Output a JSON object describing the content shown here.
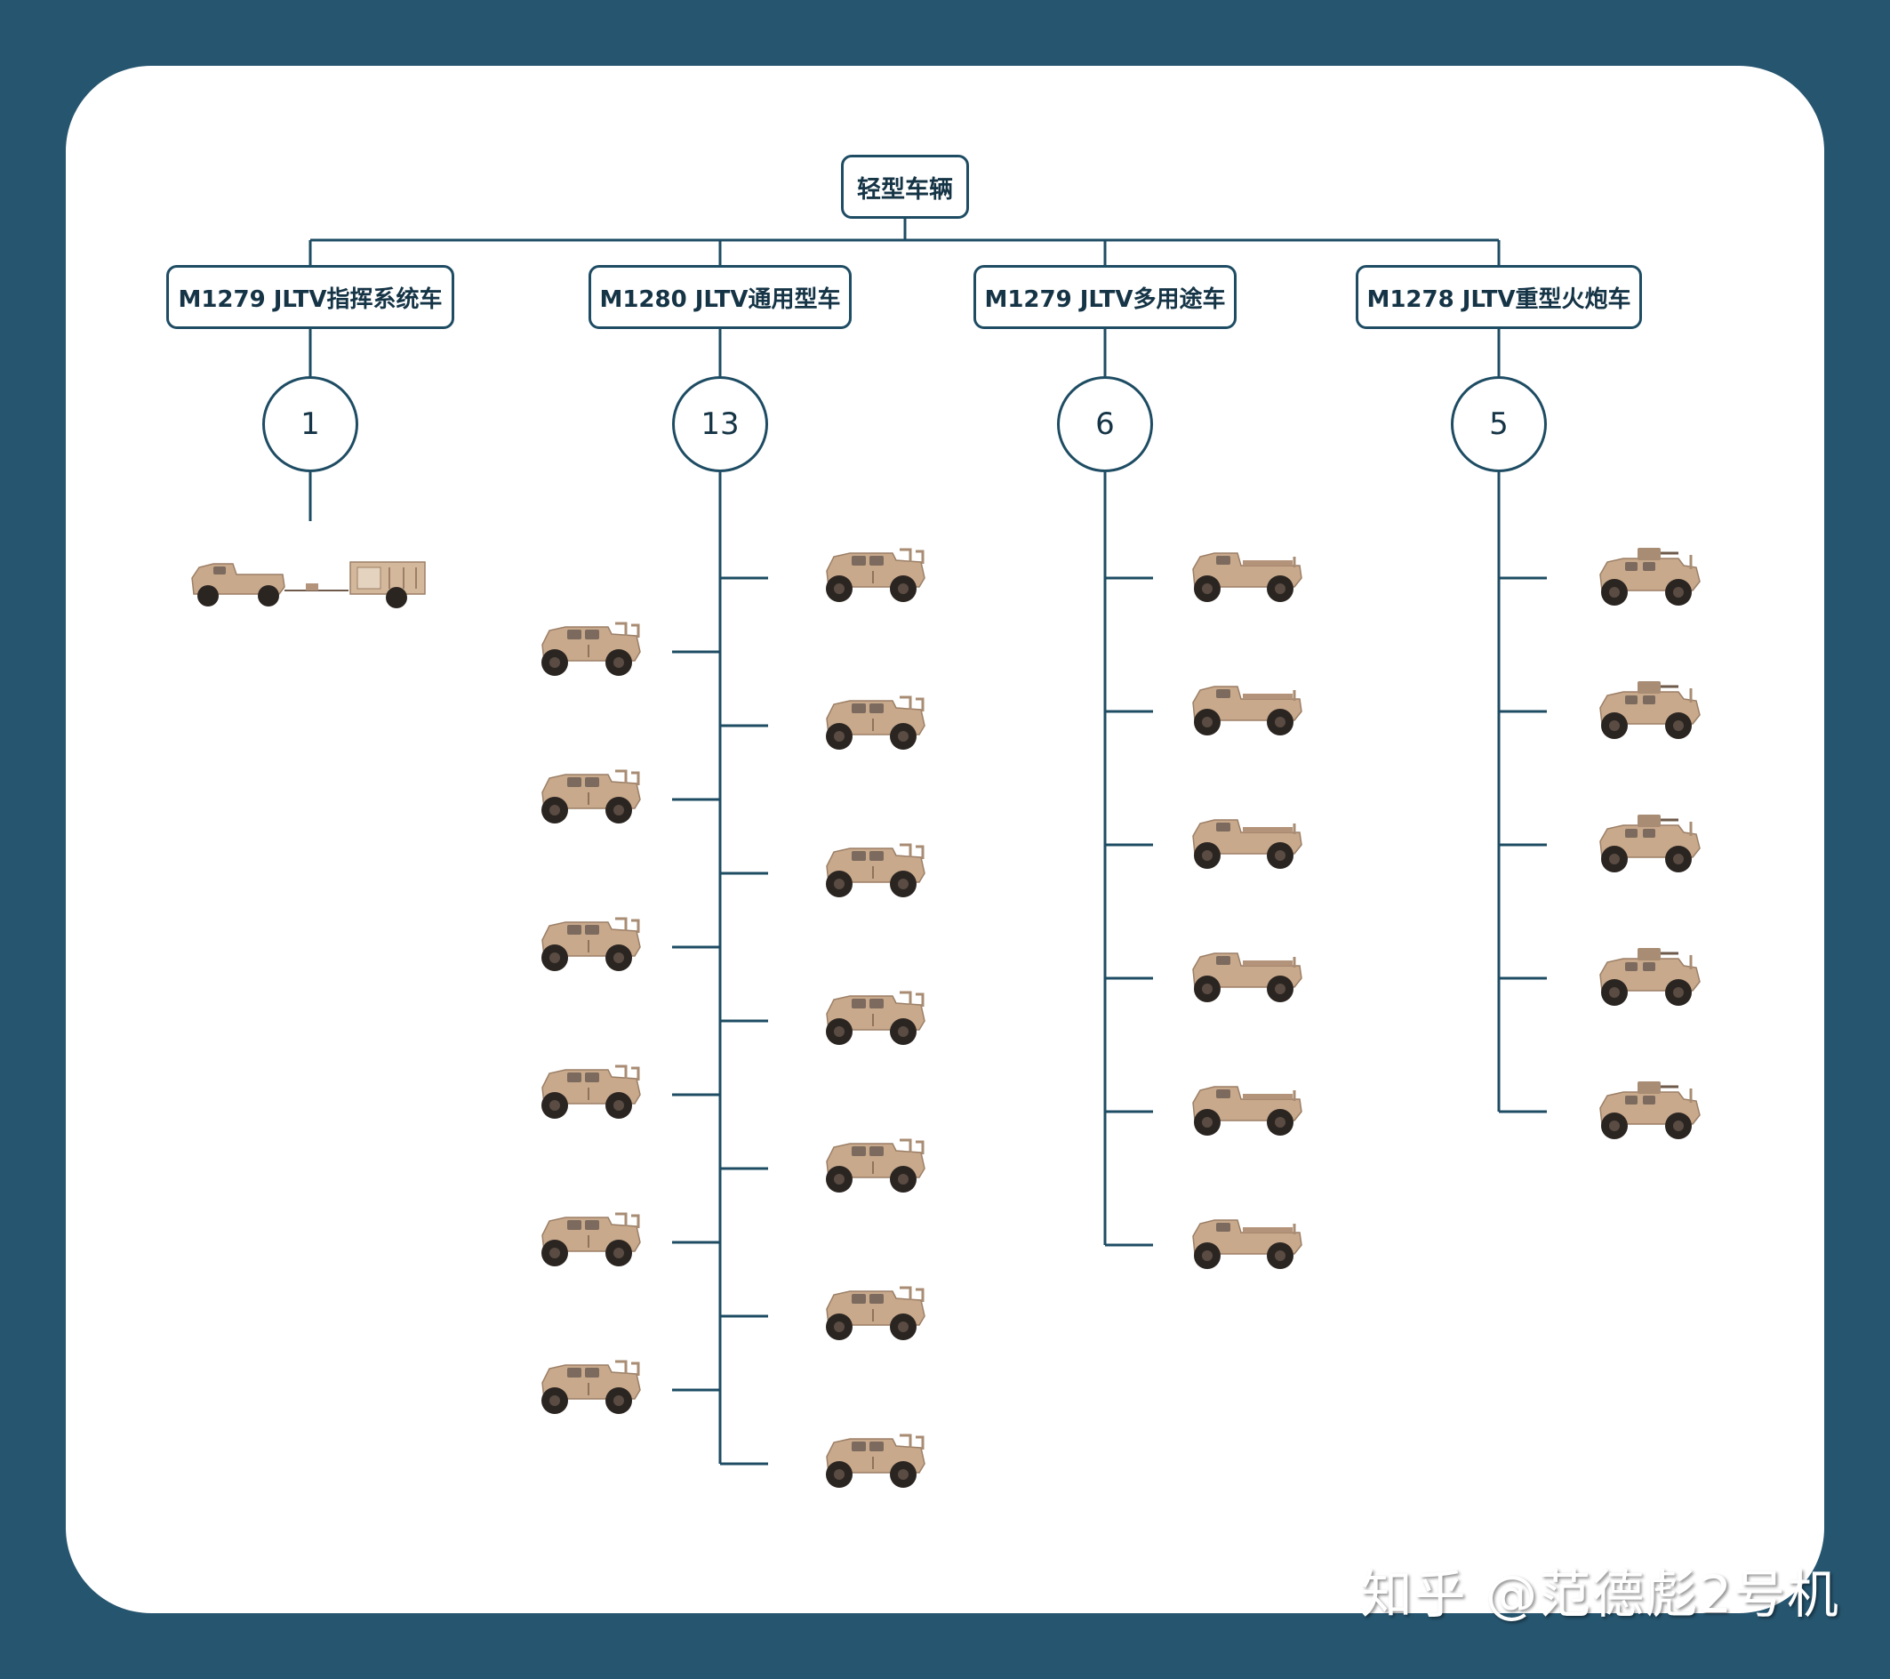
{
  "root": {
    "label": "轻型车辆"
  },
  "categories": [
    {
      "label": "M1279 JLTV指挥系统车",
      "count": "1",
      "vehicle": "jltv-command-trailer"
    },
    {
      "label": "M1280 JLTV通用型车",
      "count": "13",
      "vehicle": "jltv-general-purpose"
    },
    {
      "label": "M1279 JLTV多用途车",
      "count": "6",
      "vehicle": "jltv-utility"
    },
    {
      "label": "M1278 JLTV重型火炮车",
      "count": "5",
      "vehicle": "jltv-heavy-guns"
    }
  ],
  "colors": {
    "background": "#26556f",
    "card": "#ffffff",
    "line": "#1e4c63",
    "vehicle_body": "#c8a98c",
    "tire": "#2b2522"
  },
  "watermark": "知乎 @范德彪2号机"
}
